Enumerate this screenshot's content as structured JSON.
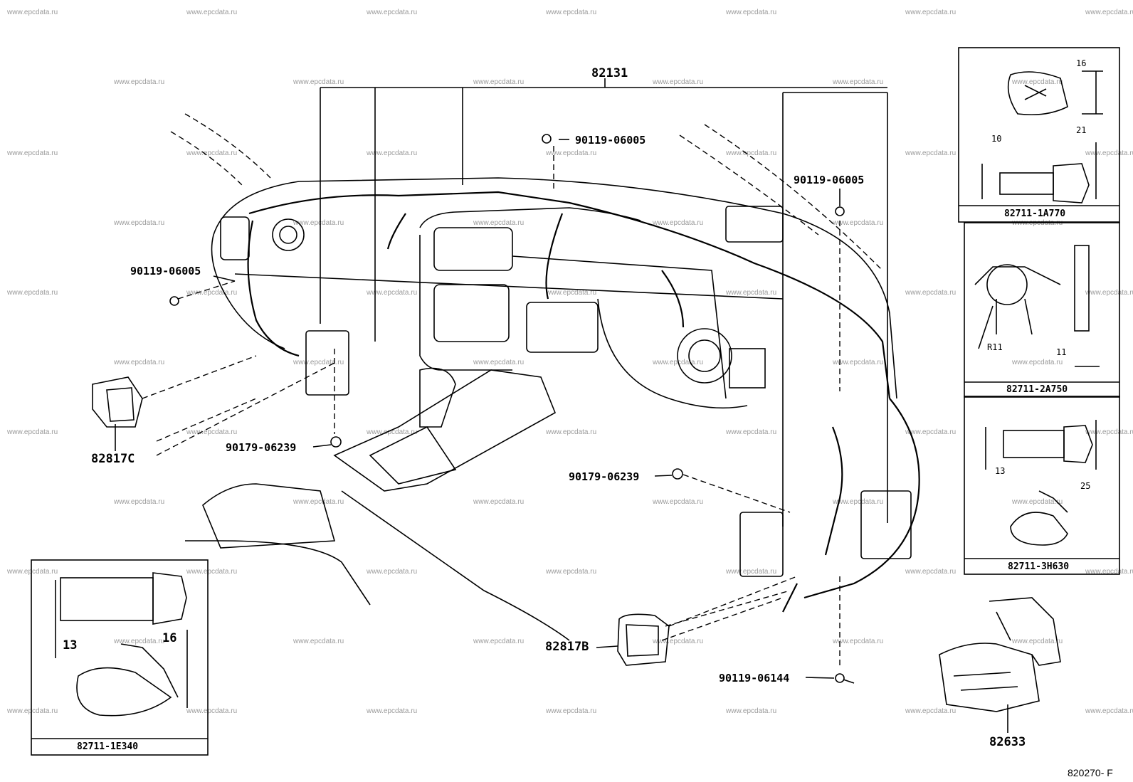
{
  "watermark": "www.epcdata.ru",
  "figure_code": "820270- F",
  "parts": {
    "harness": "82131",
    "bolt_top": "90119-06005",
    "bolt_right": "90119-06005",
    "bolt_left": "90119-06005",
    "nut_left": "90179-06239",
    "nut_center": "90179-06239",
    "block_left": "82817C",
    "block_center": "82817B",
    "bolt_bottom": "90119-06144",
    "cover": "82633"
  },
  "clips": {
    "clip_a": {
      "part": "82711-1A770",
      "dim1": "16",
      "dim2": "10",
      "dim3": "21"
    },
    "clip_b": {
      "part": "82711-2A750",
      "dim1": "R11",
      "dim2": "11"
    },
    "clip_c": {
      "part": "82711-3H630",
      "dim1": "13",
      "dim2": "25"
    },
    "clip_d": {
      "part": "82711-1E340",
      "dim1": "13",
      "dim2": "16"
    }
  }
}
